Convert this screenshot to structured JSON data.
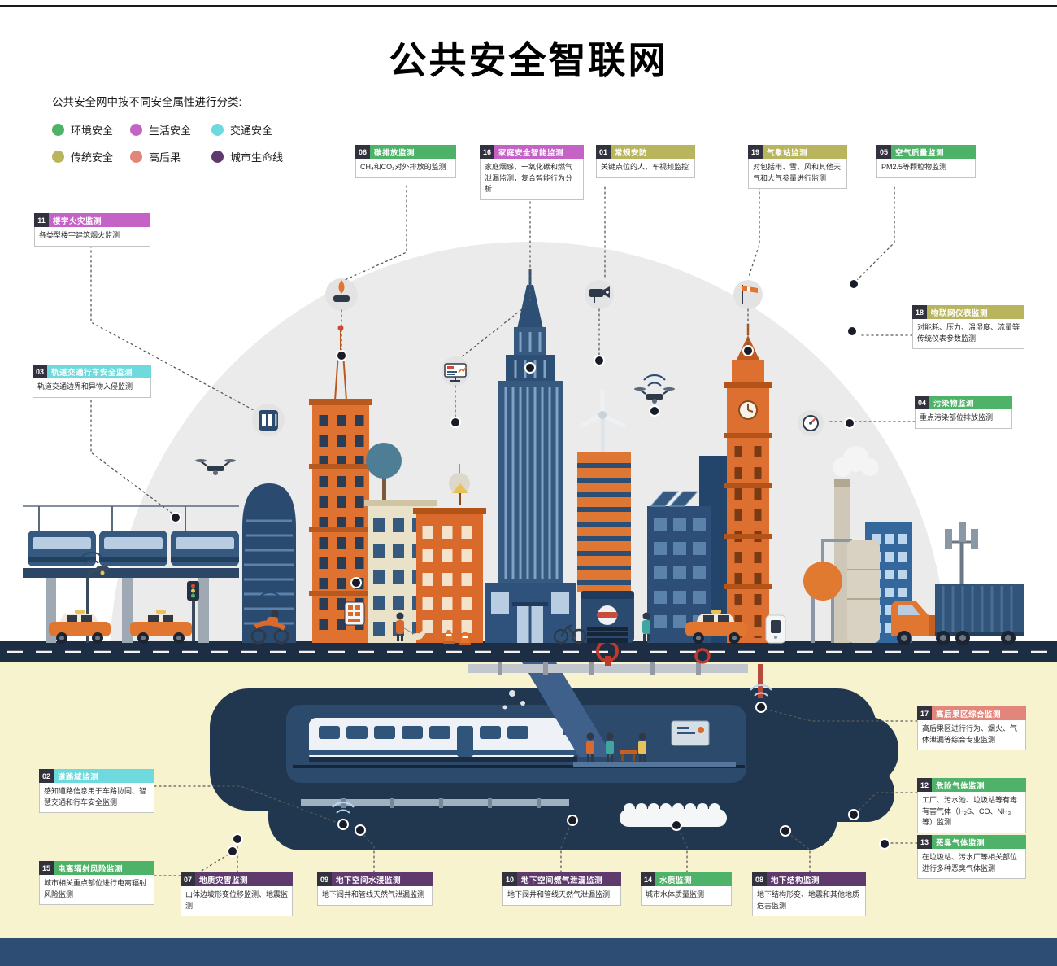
{
  "page": {
    "title": "公共安全智联网"
  },
  "legend": {
    "intro": "公共安全网中按不同安全属性进行分类:",
    "items": [
      {
        "label": "环境安全",
        "color": "#4fb269"
      },
      {
        "label": "生活安全",
        "color": "#c562c5"
      },
      {
        "label": "交通安全",
        "color": "#6edadd"
      },
      {
        "label": "传统安全",
        "color": "#b9b55f"
      },
      {
        "label": "高后果",
        "color": "#e2857b"
      },
      {
        "label": "城市生命线",
        "color": "#5e3a6d"
      }
    ]
  },
  "callouts": [
    {
      "num": "06",
      "title": "碳排放监测",
      "body": "CH₄和CO₂对外排放的监测",
      "color": "#4fb269"
    },
    {
      "num": "16",
      "title": "家庭安全智能监测",
      "body": "家庭烟感、一氧化碳和燃气泄漏监测，复合智能行为分析",
      "color": "#c562c5"
    },
    {
      "num": "01",
      "title": "常规安防",
      "body": "关键点位的人、车视频监控",
      "color": "#b9b55f"
    },
    {
      "num": "19",
      "title": "气象站监测",
      "body": "对包括雨、雪、风和其他天气和大气参量进行监测",
      "color": "#b9b55f"
    },
    {
      "num": "05",
      "title": "空气质量监测",
      "body": "PM2.5等颗粒物监测",
      "color": "#4fb269"
    },
    {
      "num": "11",
      "title": "楼宇火灾监测",
      "body": "各类型楼宇建筑烟火监测",
      "color": "#c562c5"
    },
    {
      "num": "18",
      "title": "物联网仪表监测",
      "body": "对能耗、压力、温湿度、流量等传统仪表参数监测",
      "color": "#b9b55f"
    },
    {
      "num": "03",
      "title": "轨道交通行车安全监测",
      "body": "轨道交通边界和异物入侵监测",
      "color": "#6edadd"
    },
    {
      "num": "04",
      "title": "污染物监测",
      "body": "重点污染部位排放监测",
      "color": "#4fb269"
    },
    {
      "num": "17",
      "title": "高后果区综合监测",
      "body": "高后果区进行行为、烟火、气体泄漏等综合专业监测",
      "color": "#e2857b"
    },
    {
      "num": "02",
      "title": "道路域监测",
      "body": "感知道路信息用于车路协同、智慧交通和行车安全监测",
      "color": "#6edadd"
    },
    {
      "num": "12",
      "title": "危险气体监测",
      "body": "工厂、污水池、垃圾站等有毒有害气体（H₂S、CO、NH₃等）监测",
      "color": "#4fb269"
    },
    {
      "num": "13",
      "title": "恶臭气体监测",
      "body": "在垃圾站、污水厂等相关部位进行多种恶臭气体监测",
      "color": "#4fb269"
    },
    {
      "num": "15",
      "title": "电离辐射风险监测",
      "body": "城市相关重点部位进行电离辐射风险监测",
      "color": "#4fb269"
    },
    {
      "num": "07",
      "title": "地质灾害监测",
      "body": "山体边坡形变位移监测、地震监测",
      "color": "#5e3a6d"
    },
    {
      "num": "09",
      "title": "地下空间水浸监测",
      "body": "地下阀井和管线天然气泄漏监测",
      "color": "#5e3a6d"
    },
    {
      "num": "10",
      "title": "地下空间燃气泄漏监测",
      "body": "地下阀井和管线天然气泄漏监测",
      "color": "#5e3a6d"
    },
    {
      "num": "14",
      "title": "水质监测",
      "body": "城市水体质量监测",
      "color": "#4fb269"
    },
    {
      "num": "08",
      "title": "地下结构监测",
      "body": "地下结构形变、地震和其他地质危害监测",
      "color": "#5e3a6d"
    }
  ],
  "icons": [
    {
      "name": "flame-burner-icon"
    },
    {
      "name": "monitor-icon"
    },
    {
      "name": "cctv-camera-icon"
    },
    {
      "name": "windsock-icon"
    },
    {
      "name": "battery-meter-icon"
    },
    {
      "name": "pressure-gauge-icon"
    },
    {
      "name": "wifi-signal-icon"
    },
    {
      "name": "sensor-node-dot"
    }
  ],
  "theme": {
    "badge": "#32323e",
    "road": "#1d2d44",
    "soil": "#f7f3cf",
    "dome": "#ebebeb",
    "underground": "#20374f",
    "orange": "#df7231",
    "navy": "#35597f"
  }
}
